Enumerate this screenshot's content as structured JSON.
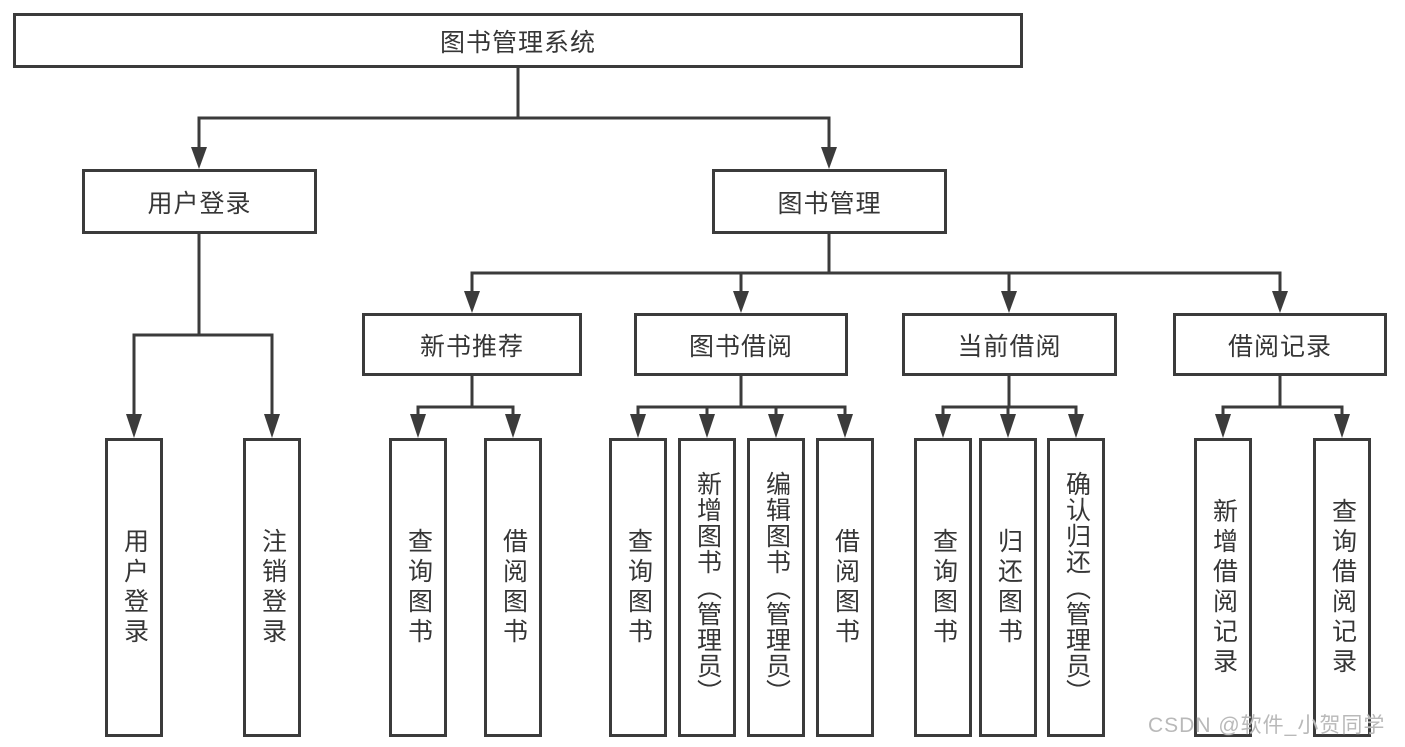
{
  "tree": {
    "root_label": "图书管理系统",
    "branches": [
      {
        "label": "用户登录",
        "children": [
          "用户登录",
          "注销登录"
        ]
      },
      {
        "label": "图书管理",
        "groups": [
          {
            "label": "新书推荐",
            "children": [
              "查询图书",
              "借阅图书"
            ]
          },
          {
            "label": "图书借阅",
            "children": [
              "查询图书",
              "新增图书（管理员）",
              "编辑图书（管理员）",
              "借阅图书"
            ]
          },
          {
            "label": "当前借阅",
            "children": [
              "查询图书",
              "归还图书",
              "确认归还（管理员）"
            ]
          },
          {
            "label": "借阅记录",
            "children": [
              "新增借阅记录",
              "查询借阅记录"
            ]
          }
        ]
      }
    ]
  },
  "watermark": {
    "text": "CSDN @软件_小贺同学",
    "color": "#b9b9b9"
  },
  "style_tokens": {
    "line_color": "#3b3b3b",
    "text_color": "#363636",
    "background": "#ffffff"
  }
}
